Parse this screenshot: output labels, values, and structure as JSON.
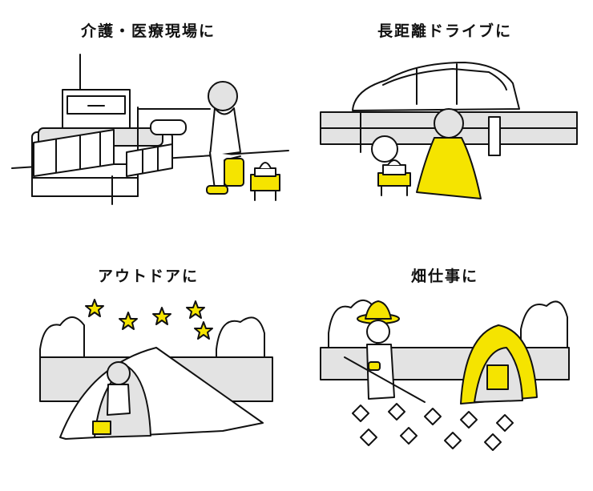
{
  "panels": [
    {
      "id": "care",
      "caption": "介護・医療現場に"
    },
    {
      "id": "drive",
      "caption": "長距離ドライブに"
    },
    {
      "id": "outdoor",
      "caption": "アウトドアに"
    },
    {
      "id": "field",
      "caption": "畑仕事に"
    }
  ],
  "colors": {
    "accent": "#f5e400",
    "line": "#111111",
    "shade": "#e3e3e3"
  }
}
